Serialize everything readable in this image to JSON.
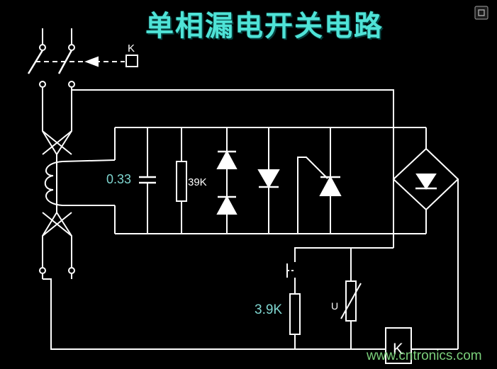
{
  "title": "单相漏电开关电路",
  "labels": {
    "relay_coil_top": "K",
    "capacitor": "0.33",
    "resistor_39k": "39K",
    "resistor_3_9k": "3.9K",
    "varistor": "U",
    "relay_box": "K"
  },
  "watermark": "www.cntronics.com",
  "colors": {
    "background": "#000000",
    "wire": "#ffffff",
    "component_fill": "#ffffff",
    "title": "#4fe3d7",
    "component_label": "#7fd6d0",
    "watermark": "#7bd07b"
  },
  "icons": {
    "corner": "expand-icon"
  }
}
